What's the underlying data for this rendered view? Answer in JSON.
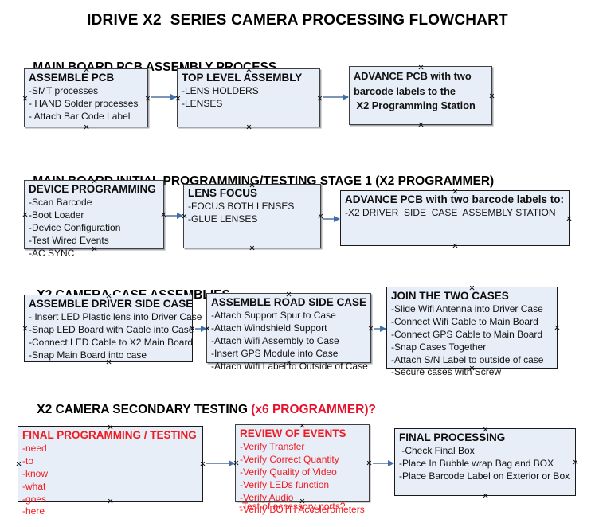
{
  "title": "IDRIVE X2  SERIES CAMERA PROCESSING FLOWCHART",
  "colors": {
    "box_fill": "#e8eef7",
    "box_border": "#3f3f3f",
    "arrow": "#7d96b8",
    "accent_red": "#ee1d24",
    "text": "#121212"
  },
  "sections": [
    {
      "heading": "MAIN BOARD PCB ASSEMBLY PROCESS",
      "heading_accent": "",
      "nodes": [
        {
          "title": "ASSEMBLE PCB",
          "lines": [
            "-SMT processes",
            "- HAND Solder processes",
            "- Attach Bar Code Label"
          ]
        },
        {
          "title": "TOP LEVEL ASSEMBLY",
          "lines": [
            "-LENS HOLDERS",
            "-LENSES"
          ]
        },
        {
          "title": "ADVANCE PCB with two",
          "lines": [
            "barcode labels to the",
            " X2 Programming Station"
          ]
        }
      ]
    },
    {
      "heading": "MAIN BOARD INITIAL PROGRAMMING/TESTING STAGE 1 (X2 PROGRAMMER)",
      "heading_accent": "",
      "nodes": [
        {
          "title": "DEVICE PROGRAMMING",
          "lines": [
            "-Scan Barcode",
            "-Boot Loader",
            "-Device Configuration",
            "-Test Wired Events",
            "-AC SYNC"
          ]
        },
        {
          "title": "LENS FOCUS",
          "lines": [
            "-FOCUS BOTH LENSES",
            "-GLUE LENSES"
          ]
        },
        {
          "title": "ADVANCE PCB with two barcode labels to:",
          "lines": [
            "-X2 DRIVER  SIDE  CASE  ASSEMBLY STATION"
          ]
        }
      ]
    },
    {
      "heading": "X2 CAMERA CASE ASSEMBLIES",
      "heading_accent": "",
      "nodes": [
        {
          "title": "ASSEMBLE DRIVER SIDE CASE",
          "lines": [
            "- Insert LED Plastic lens into Driver Case",
            "-Snap LED Board with Cable into Case",
            "-Connect LED Cable to X2 Main Board",
            "-Snap Main Board into case"
          ]
        },
        {
          "title": "ASSEMBLE ROAD SIDE CASE",
          "lines": [
            "-Attach Support Spur to Case",
            "-Attach Windshield Support",
            "-Attach Wifi Assembly to Case",
            "-Insert GPS Module into Case",
            "-Attach Wifi Label to Outside of Case"
          ]
        },
        {
          "title": "JOIN THE TWO CASES",
          "lines": [
            "-Slide Wifi Antenna into Driver Case",
            "-Connect Wifi Cable to Main Board",
            "-Connect GPS Cable to Main Board",
            "-Snap Cases Together",
            "-Attach S/N Label to outside of case",
            "-Secure cases with Screw"
          ]
        }
      ]
    },
    {
      "heading": "X2 CAMERA SECONDARY TESTING ",
      "heading_accent": "(x6 PROGRAMMER)?",
      "nodes": [
        {
          "title": "FINAL PROGRAMMING / TESTING",
          "lines": [
            "-need",
            "-to",
            "-know",
            "-what",
            "-goes",
            "-here"
          ]
        },
        {
          "title": "REVIEW OF EVENTS",
          "lines": [
            "-Verify Transfer",
            "-Verify Correct Quantity",
            "-Verify Quality of Video",
            "-Verify LEDs function",
            "-Verify Audio",
            "-Verify BOTH Accelerometers"
          ],
          "overflow_line": "-Test of accessory ports?"
        },
        {
          "title": "FINAL PROCESSING",
          "lines": [
            " -Check Final Box",
            "-Place In Bubble wrap Bag and BOX",
            "-Place Barcode Label on Exterior or Box"
          ]
        }
      ]
    }
  ]
}
